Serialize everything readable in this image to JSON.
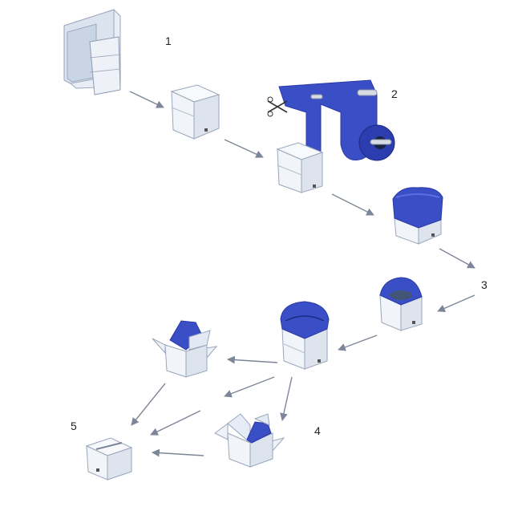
{
  "steps": [
    {
      "id": "step-1",
      "label": "1"
    },
    {
      "id": "step-2",
      "label": "2"
    },
    {
      "id": "step-3",
      "label": "3"
    },
    {
      "id": "step-4",
      "label": "4"
    },
    {
      "id": "step-5",
      "label": "5"
    }
  ],
  "colors": {
    "box_front": "#f1f4f9",
    "box_side": "#dde4ee",
    "box_top": "#f7f9fc",
    "box_edge": "#9aa6bb",
    "liner_blue": "#3a4fc6",
    "liner_dark": "#1d2a86",
    "arrow": "#7d8698",
    "roll_core": "#1a2342"
  }
}
